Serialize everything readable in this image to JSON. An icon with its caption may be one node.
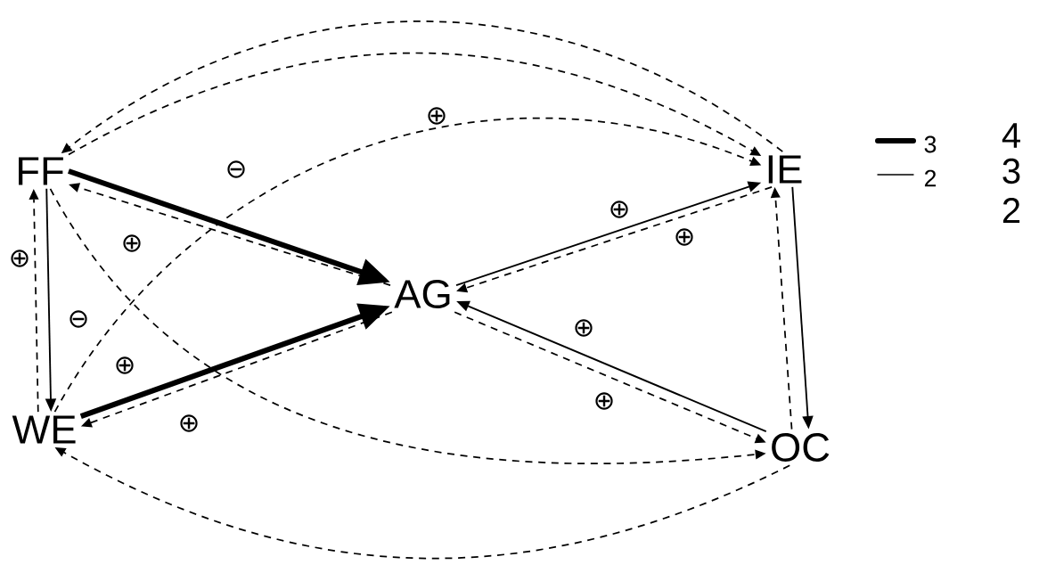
{
  "diagram": {
    "nodes": [
      {
        "text": [
          "FF"
        ]
      },
      {
        "text": [
          "IE"
        ]
      },
      {
        "text": [
          "AG"
        ]
      },
      {
        "text": [
          "WE"
        ]
      },
      {
        "text": [
          "OC"
        ]
      }
    ],
    "edges": [
      {
        "from": 0,
        "to": 2,
        "arrow": "to",
        "style": "thick",
        "label": "⊖"
      },
      {
        "from": 3,
        "to": 2,
        "arrow": "to",
        "style": "thick"
      },
      {
        "from": 2,
        "to": 1,
        "arrow": "to",
        "label": "⊕"
      },
      {
        "from": 1,
        "to": 2,
        "arrow": "to",
        "style": "dashed",
        "label": "⊕"
      },
      {
        "from": 4,
        "to": 2,
        "arrow": "to",
        "label": "⊕"
      },
      {
        "from": 2,
        "to": 4,
        "arrow": "to",
        "style": "dashed",
        "label": "⊕"
      },
      {
        "from": 2,
        "to": 3,
        "arrow": "to",
        "style": "dashed",
        "label": "⊕"
      },
      {
        "from": 2,
        "to": 0,
        "arrow": "to",
        "style": "dashed",
        "label": "⊕"
      },
      {
        "from": 0,
        "to": 3,
        "arrow": "to",
        "label": "⊖"
      },
      {
        "from": 3,
        "to": 0,
        "arrow": "to",
        "style": "dashed",
        "label": "⊕"
      },
      {
        "from": 1,
        "to": 4,
        "arrow": "to"
      },
      {
        "from": 4,
        "to": 1,
        "arrow": "to",
        "style": "dashed"
      },
      {
        "from": 1,
        "to": 0,
        "arrow": "to",
        "style": "dashed"
      },
      {
        "from": 0,
        "to": 1,
        "arrow": "to",
        "style": "dashed"
      },
      {
        "from": 3,
        "to": 1,
        "arrow": "to",
        "style": "dashed",
        "label": "⊕"
      },
      {
        "from": 0,
        "to": 4,
        "arrow": "to",
        "style": "dashed",
        "label": "⊕"
      },
      {
        "from": 4,
        "to": 3,
        "arrow": "to",
        "style": "dashed"
      }
    ],
    "labels": [
      "4",
      "3",
      "2"
    ],
    "legend": [
      {
        "text": "3"
      },
      {
        "text": "2"
      }
    ]
  }
}
